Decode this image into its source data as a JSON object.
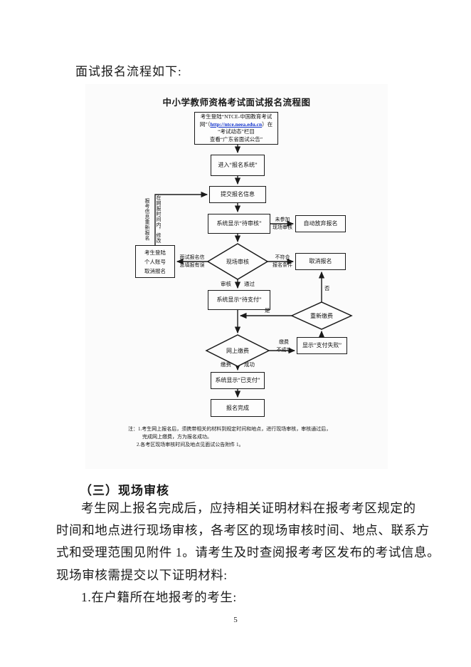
{
  "colors": {
    "link": "#1133cc",
    "line": "#1a1a1a",
    "flowchart_bg": "#fbfbfb"
  },
  "page": {
    "intro_text": "面试报名流程如下:",
    "page_number": "5"
  },
  "flowchart": {
    "title": "中小学教师资格考试面试报名流程图",
    "start_box": {
      "line1": "考生登陆“NTCE-中国教育考试",
      "line2_pre": "网”（",
      "url": "http://ntce.neea.edu.cn",
      "line2_post": "）在",
      "line3": "“考试动态”栏目",
      "line4": "查看“广东省面试公告”"
    },
    "boxes": {
      "enter_system": "进入“报名系统”",
      "submit_info": "提交报名信息",
      "pending_review": "系统显示“待审核”",
      "auto_abandon": "自动放弃报名",
      "cancel_registration": "取消报名",
      "login_cancel_lines": [
        "考生登陆",
        "个人账号",
        "取消报名"
      ],
      "pending_payment": "系统显示“待支付”",
      "payment_failed": "显示“支付失败”",
      "paid": "系统显示“已支付”",
      "complete": "报名完成"
    },
    "diamonds": {
      "onsite_review": "现场审核",
      "repay": "重新缴费",
      "online_payment": "网上缴费"
    },
    "edge_labels": {
      "not_attended": [
        "未参加",
        "现场审核"
      ],
      "info_error": [
        "面试报名信",
        "息填报有误"
      ],
      "not_qualified": [
        "不符合",
        "报名条件"
      ],
      "review_pass": [
        "审核",
        "通过"
      ],
      "yes": "是",
      "no": "否",
      "pay_fail": [
        "缴费",
        "不成功"
      ],
      "pay_success": [
        "缴费",
        "成功"
      ],
      "modify_vertical_right": "在网报时间内，修改",
      "modify_vertical_left": "报考信息重新报名"
    },
    "notes": {
      "label": "注：",
      "n1a": "1.考生网上报名后，须携带相关的材料到规定时间和地点，进行现场审核，审核通过后，",
      "n1b": "完成网上缴费，方为报名成功。",
      "n2": "2.各考区现场审核时间及地点见面试公告附件 1。"
    }
  },
  "section": {
    "heading": "（三）现场审核",
    "paragraph": [
      "考生网上报名完成后，应持相关证明材料在报考考区规定的",
      "时间和地点进行现场审核，各考区的现场审核时间、地点、联系方",
      "式和受理范围见附件 1。请考生及时查阅报考考区发布的考试信息。",
      "现场审核需提交以下证明材料:",
      "1.在户籍所在地报考的考生:"
    ]
  }
}
